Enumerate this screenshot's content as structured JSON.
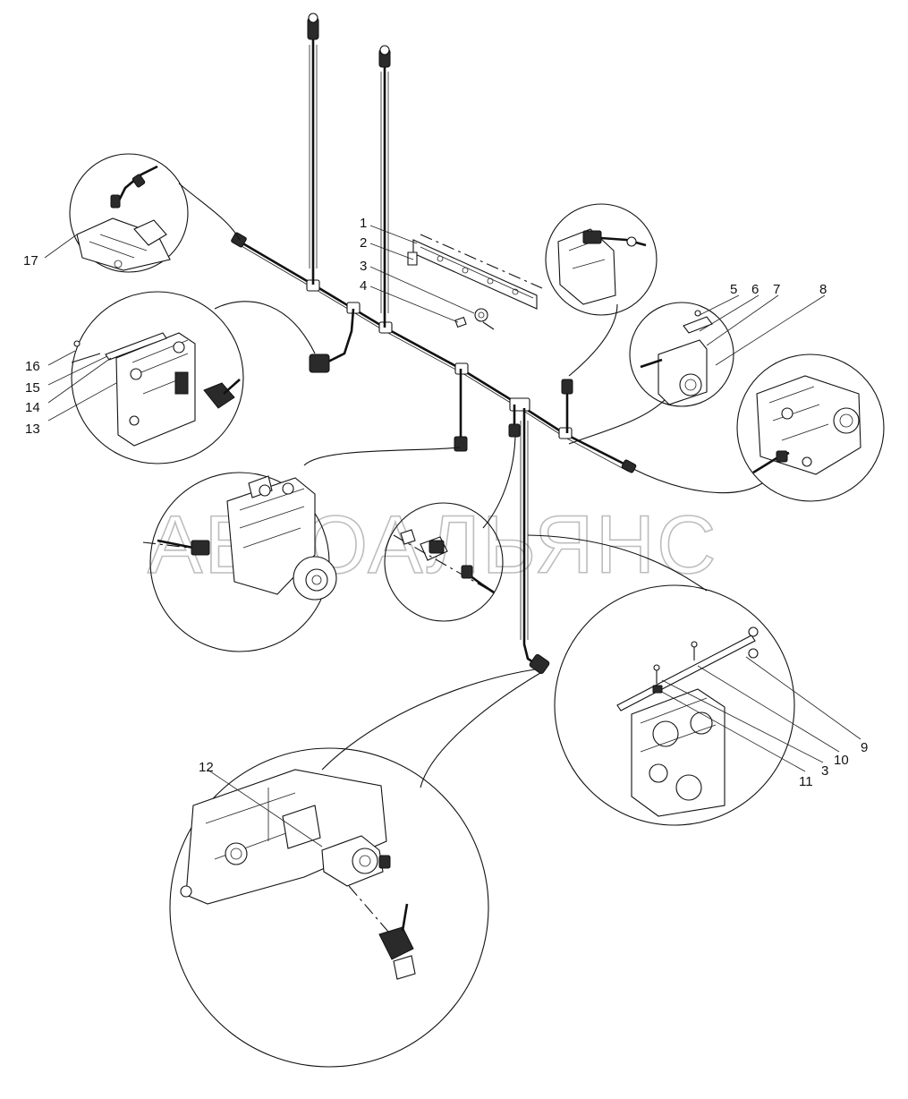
{
  "watermark": "АВТОАЛЬЯНС",
  "callouts": [
    {
      "id": "c1",
      "label": "1"
    },
    {
      "id": "c2",
      "label": "2"
    },
    {
      "id": "c3a",
      "label": "3"
    },
    {
      "id": "c4",
      "label": "4"
    },
    {
      "id": "c5",
      "label": "5"
    },
    {
      "id": "c6",
      "label": "6"
    },
    {
      "id": "c7",
      "label": "7"
    },
    {
      "id": "c8",
      "label": "8"
    },
    {
      "id": "c9",
      "label": "9"
    },
    {
      "id": "c10",
      "label": "10"
    },
    {
      "id": "c3b",
      "label": "3"
    },
    {
      "id": "c11",
      "label": "11"
    },
    {
      "id": "c12",
      "label": "12"
    },
    {
      "id": "c13",
      "label": "13"
    },
    {
      "id": "c14",
      "label": "14"
    },
    {
      "id": "c15",
      "label": "15"
    },
    {
      "id": "c16",
      "label": "16"
    },
    {
      "id": "c17",
      "label": "17"
    }
  ]
}
